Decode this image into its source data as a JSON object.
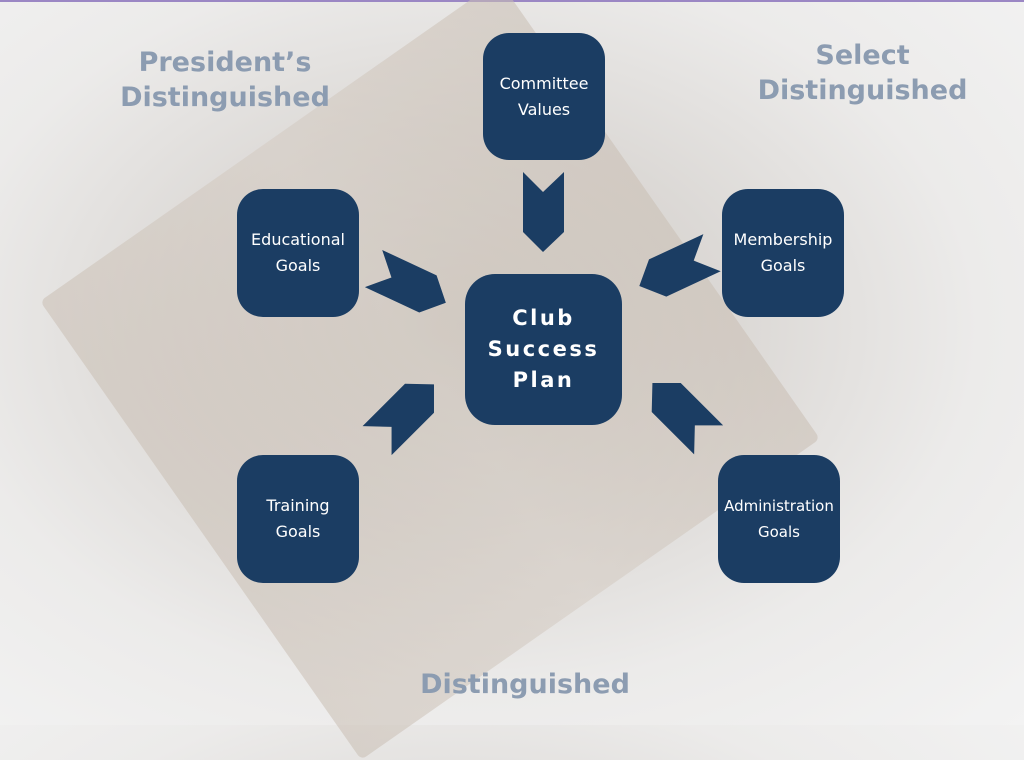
{
  "tiers": {
    "presidents": "President’s Distinguished",
    "select": "Select Distinguished",
    "distinguished": "Distinguished"
  },
  "center": {
    "label": "Club Success Plan"
  },
  "nodes": {
    "committee": "Committee Values",
    "educational": "Educational Goals",
    "membership": "Membership Goals",
    "training": "Training Goals",
    "administration": "Administration Goals"
  },
  "colors": {
    "box": "#1b3d63",
    "tier_text": "#8c9cb1"
  }
}
